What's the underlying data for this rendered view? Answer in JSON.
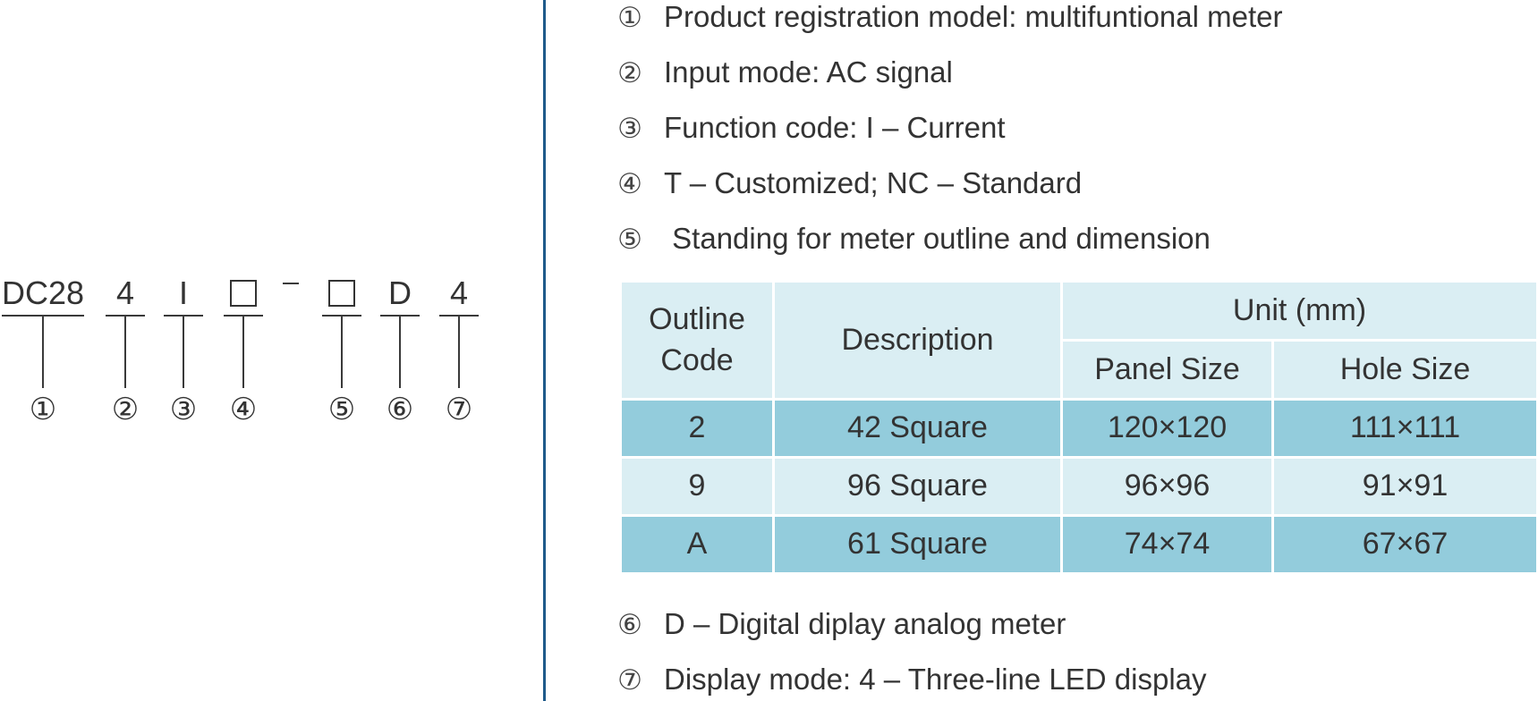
{
  "model_code": {
    "parts": [
      {
        "id": 1,
        "text": "DC28"
      },
      {
        "id": 2,
        "text": "4"
      },
      {
        "id": 3,
        "text": "I"
      },
      {
        "id": 4,
        "text": "□"
      },
      {
        "id": 5,
        "text": "□"
      },
      {
        "id": 6,
        "text": "D"
      },
      {
        "id": 7,
        "text": "4"
      }
    ],
    "separator": "–",
    "markers": [
      "①",
      "②",
      "③",
      "④",
      "⑤",
      "⑥",
      "⑦"
    ]
  },
  "legend": [
    {
      "marker": "①",
      "text": "Product registration model: multifuntional meter"
    },
    {
      "marker": "②",
      "text": "Input mode: AC signal"
    },
    {
      "marker": "③",
      "text": "Function code: I – Current"
    },
    {
      "marker": "④",
      "text": "T – Customized; NC – Standard"
    },
    {
      "marker": "⑤",
      "text": " Standing for meter outline and dimension"
    },
    {
      "marker": "⑥",
      "text": "D – Digital diplay analog meter"
    },
    {
      "marker": "⑦",
      "text": "Display mode: 4 – Three-line LED display"
    }
  ],
  "table": {
    "header": {
      "outline_code": "Outline Code",
      "description": "Description",
      "unit": "Unit (mm)",
      "panel_size": "Panel Size",
      "hole_size": "Hole Size"
    },
    "rows": [
      {
        "code": "2",
        "description": "42 Square",
        "panel": "120×120",
        "hole": "111×111"
      },
      {
        "code": "9",
        "description": "96 Square",
        "panel": "96×96",
        "hole": "91×91"
      },
      {
        "code": "A",
        "description": "61 Square",
        "panel": "74×74",
        "hole": "67×67"
      }
    ]
  },
  "colors": {
    "divider": "#1f5a8a",
    "table_light": "#daeef3",
    "table_dark": "#93ccdc",
    "text": "#333333"
  }
}
